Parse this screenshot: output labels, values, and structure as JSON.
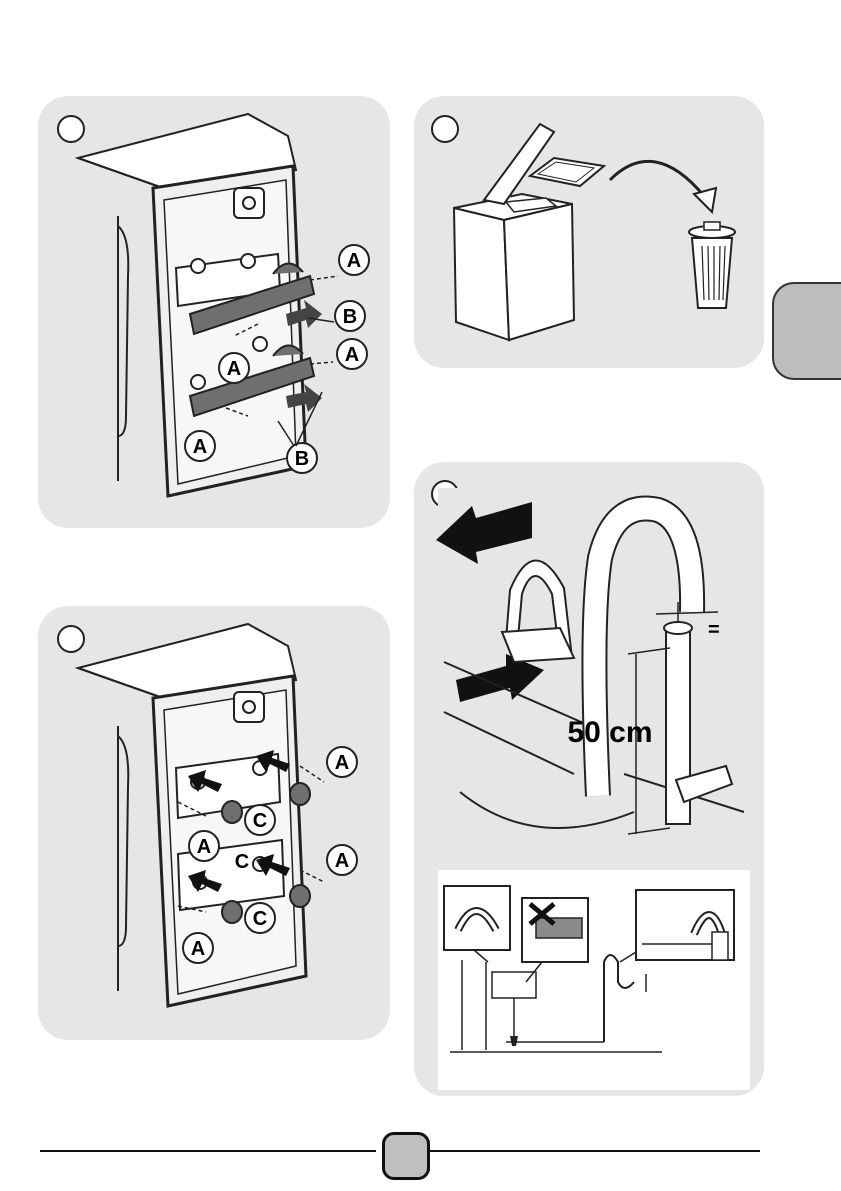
{
  "panels": {
    "bracket_removal": {
      "labels": [
        "A",
        "B",
        "A",
        "A",
        "A",
        "B"
      ]
    },
    "packaging_disposal": {},
    "hose_installation": {
      "height_label": "50 cm",
      "equal_mark": "="
    },
    "plug_insertion": {
      "labels": [
        "A",
        "C",
        "A",
        "C",
        "A",
        "C",
        "A"
      ]
    }
  },
  "side_tab": {
    "color": "#bdbdbd"
  },
  "page_indicator": {
    "color": "#bfbfbf"
  },
  "colors": {
    "panel_bg": "#e6e6e6",
    "line": "#222222",
    "part_fill": "#6f6f6f"
  }
}
